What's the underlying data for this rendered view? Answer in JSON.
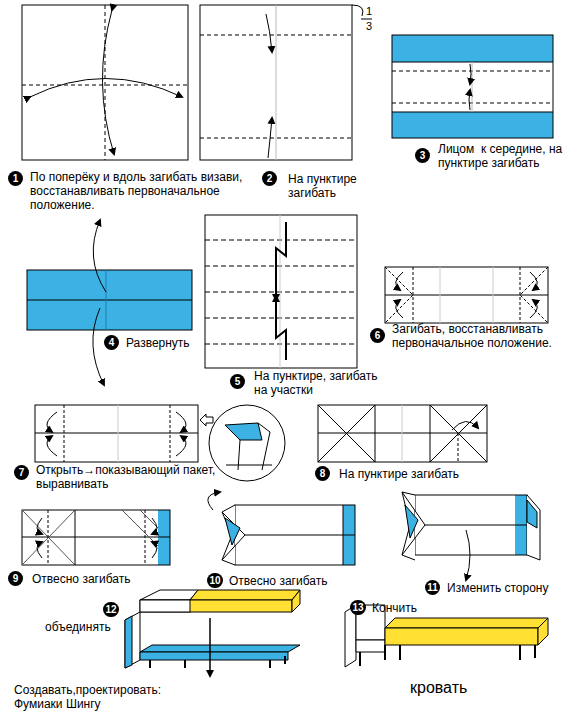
{
  "diagram": {
    "title": "кровать",
    "nodes": [
      {
        "text": [
          "1"
        ]
      },
      {
        "text": [
          "2"
        ]
      },
      {
        "text": [
          "3"
        ]
      },
      {
        "text": [
          "4"
        ]
      },
      {
        "text": [
          "5"
        ]
      },
      {
        "text": [
          "6"
        ]
      },
      {
        "text": [
          "7"
        ]
      },
      {
        "text": [
          "8"
        ]
      },
      {
        "text": [
          "9"
        ]
      },
      {
        "text": [
          "10"
        ]
      },
      {
        "text": [
          "11"
        ]
      },
      {
        "text": [
          "12"
        ]
      },
      {
        "text": [
          "13"
        ]
      }
    ],
    "labels": [
      "1",
      "3",
      "По поперёку и вдоль загибать визави, восстанавливать первоначальное положение.",
      "На пунктире загибать",
      "Лицом  к середине, на пунктире загибать",
      "Развернуть",
      "На пунктире, загибать на участки",
      "Загибать, восстанавливать первоначальное положение.",
      "Открыть→показывающий пакет, выравнивать",
      "На пунктире загибать",
      "Отвесно загибать",
      "Отвесно загибать",
      "Изменить сторону",
      "объединять",
      "Кончить",
      "Создавать,проектировать: Фумиаки Шингу"
    ]
  }
}
